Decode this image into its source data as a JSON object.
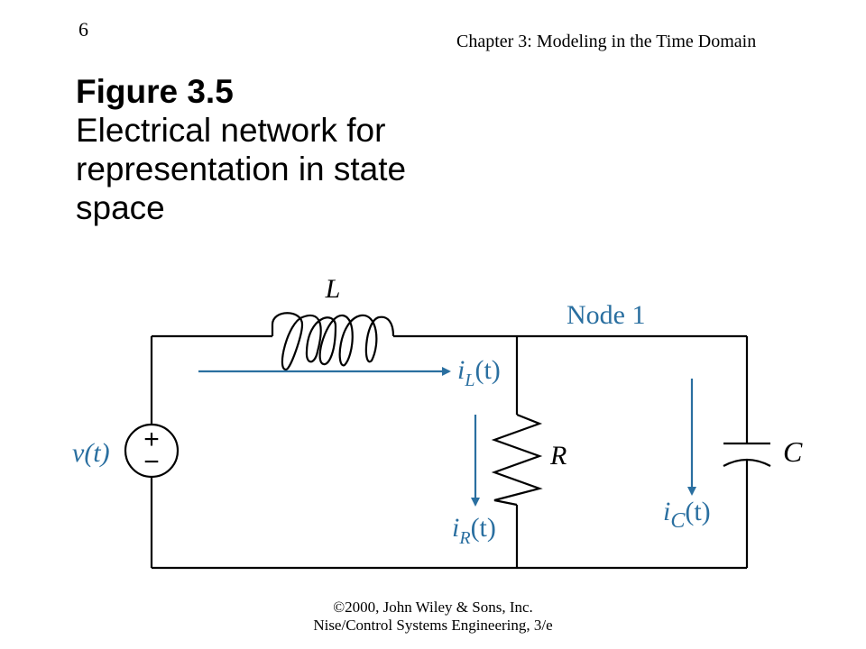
{
  "page_number": "6",
  "chapter": "Chapter 3: Modeling in the Time Domain",
  "figure": {
    "label": "Figure 3.5",
    "caption": "Electrical network for\nrepresentation in state\nspace"
  },
  "circuit": {
    "inductor_label": "L",
    "node_label": "Node 1",
    "current_L": {
      "main": "i",
      "sub": "L",
      "arg": "(t)"
    },
    "source_label": "v(t)",
    "source_plus": "+",
    "source_minus": "−",
    "resistor_label": "R",
    "current_R": {
      "main": "i",
      "sub": "R",
      "arg": "(t)"
    },
    "capacitor_label": "C",
    "current_C": {
      "main": "i",
      "sub": "C",
      "arg": "(t)"
    },
    "colors": {
      "wire": "#000000",
      "annotation": "#2a6fa0"
    }
  },
  "footer": {
    "line1": "©2000, John Wiley & Sons, Inc.",
    "line2": "Nise/Control Systems Engineering, 3/e"
  }
}
